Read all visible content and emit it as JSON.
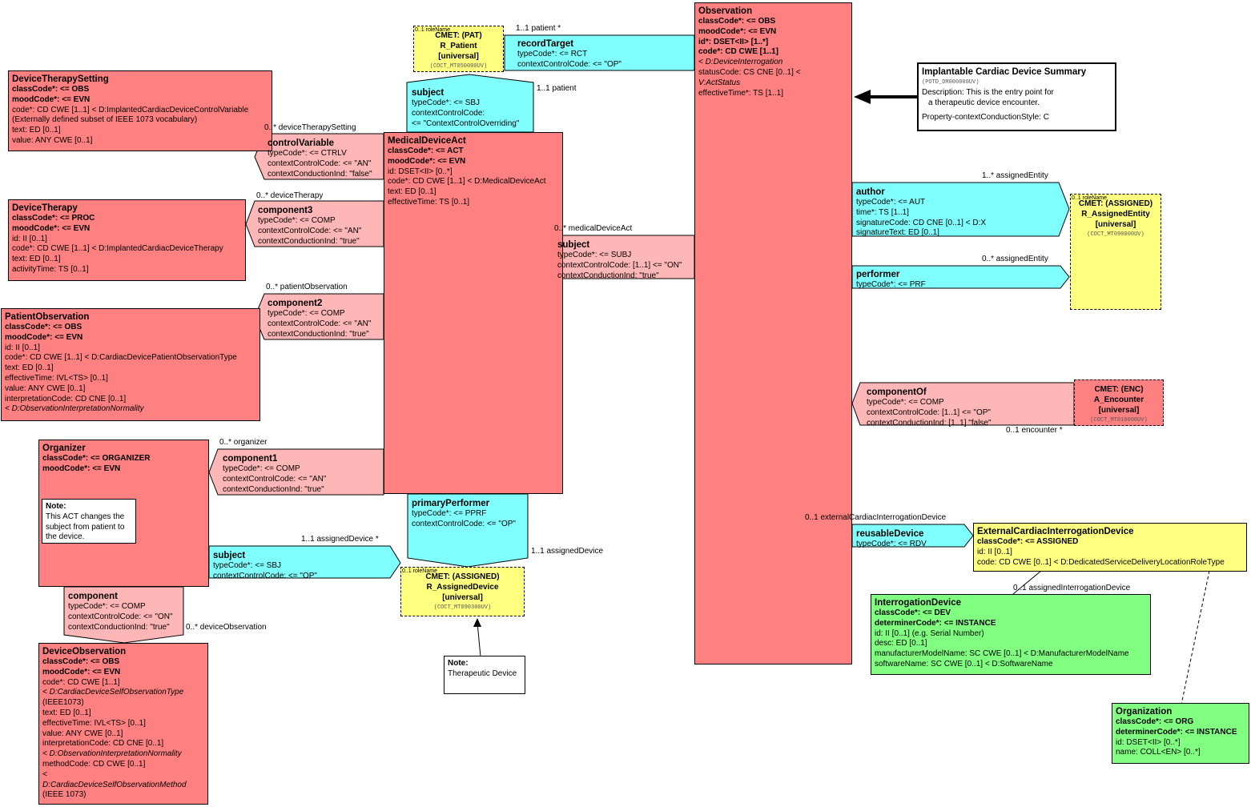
{
  "observation": {
    "title": "Observation",
    "lines": [
      "classCode*: <= OBS",
      "moodCode*: <= EVN",
      "id*: DSET<II> [1..*]",
      "code*: CD CWE [1..1]",
      " < D:DeviceInterrogation",
      "statusCode: CS CNE [0..1] <",
      "V:ActStatus",
      "effectiveTime*: TS [1..1]"
    ]
  },
  "entry": {
    "title": "Implantable Cardiac Device Summary",
    "code": "(POTD_DM000000UV)",
    "desc1": "Description: This is the entry point for",
    "desc2": "a therapeutic device encounter.",
    "style": "Property-contextConductionStyle: C"
  },
  "cmet_pat": {
    "tag": "0..1 roleName",
    "title": "CMET: (PAT)",
    "name": "R_Patient",
    "scope": "[universal]",
    "code": "(COCT_MT050000UV)"
  },
  "recordTarget": {
    "title": "recordTarget",
    "lines": [
      "typeCode*: <= RCT",
      "contextControlCode: <= \"OP\""
    ],
    "card": "1..1 patient  *"
  },
  "subject_top": {
    "title": "subject",
    "lines": [
      "typeCode*: <= SBJ",
      "contextControlCode:",
      " <= \"ContextControlOverriding\""
    ],
    "card": "1..1 patient"
  },
  "medicalDeviceAct": {
    "title": "MedicalDeviceAct",
    "lines": [
      "classCode*: <= ACT",
      "moodCode*: <= EVN",
      "id: DSET<II> [0..*]",
      "code*: CD CWE [1..1] < D:MedicalDeviceAct",
      "text: ED [0..1]",
      "effectiveTime: TS [0..1]"
    ]
  },
  "subject_mda": {
    "title": "subject",
    "lines": [
      "typeCode*: <= SUBJ",
      "contextControlCode: [1..1] <= \"ON\"",
      "contextConductionInd: \"true\""
    ],
    "card": "0..* medicalDeviceAct"
  },
  "deviceTherapySetting": {
    "title": "DeviceTherapySetting",
    "lines": [
      "classCode*: <= OBS",
      "moodCode*: <= EVN",
      "code*: CD CWE [1..1] < D:ImplantedCardiacDeviceControlVariable",
      " (Externally defined subset of IEEE 1073 vocabulary)",
      "text: ED [0..1]",
      "value: ANY CWE [0..1]"
    ]
  },
  "controlVariable": {
    "title": "controlVariable",
    "lines": [
      "typeCode*: <= CTRLV",
      "contextControlCode: <= \"AN\"",
      "contextConductionInd: \"false\""
    ],
    "card": "0..* deviceTherapySetting"
  },
  "deviceTherapy": {
    "title": "DeviceTherapy",
    "lines": [
      "classCode*: <= PROC",
      "moodCode*: <= EVN",
      "id: II [0..1]",
      "code*: CD CWE [1..1] < D:ImplantedCardiacDeviceTherapy",
      "text: ED [0..1]",
      "activityTime: TS [0..1]"
    ]
  },
  "component3": {
    "title": "component3",
    "lines": [
      "typeCode*: <= COMP",
      "contextControlCode: <= \"AN\"",
      "contextConductionInd: \"true\""
    ],
    "card": "0..* deviceTherapy"
  },
  "patientObservation": {
    "title": "PatientObservation",
    "lines": [
      "classCode*: <= OBS",
      "moodCode*: <= EVN",
      "id: II [0..1]",
      "code*: CD CWE [1..1] < D:CardiacDevicePatientObservationType",
      "text: ED [0..1]",
      "effectiveTime: IVL<TS> [0..1]",
      "value: ANY CWE [0..1]",
      "interpretationCode: CD CNE [0..1]",
      " < D:ObservationInterpretationNormality"
    ]
  },
  "component2": {
    "title": "component2",
    "lines": [
      "typeCode*: <= COMP",
      "contextControlCode: <= \"AN\"",
      "contextConductionInd: \"true\""
    ],
    "card": "0..* patientObservation"
  },
  "organizer": {
    "title": "Organizer",
    "lines": [
      "classCode*: <= ORGANIZER",
      "moodCode*: <= EVN"
    ]
  },
  "component1": {
    "title": "component1",
    "lines": [
      "typeCode*: <= COMP",
      "contextControlCode: <= \"AN\"",
      "contextConductionInd: \"true\""
    ],
    "card": "0..* organizer"
  },
  "note_org": {
    "title": "Note:",
    "text": [
      "This ACT changes the",
      "subject from patient to",
      "the device."
    ]
  },
  "subject_org": {
    "title": "subject",
    "lines": [
      "typeCode*: <= SBJ",
      "contextControlCode: <= \"OP\""
    ],
    "card": "1..1 assignedDevice  *"
  },
  "component_org": {
    "title": "component",
    "lines": [
      "typeCode*: <= COMP",
      "contextControlCode: <= \"ON\"",
      "contextConductionInd: \"true\""
    ],
    "card": "0..* deviceObservation"
  },
  "deviceObservation": {
    "title": "DeviceObservation",
    "lines": [
      "classCode*: <= OBS",
      "moodCode*: <= EVN",
      "code*: CD CWE [1..1]",
      " < D:CardiacDeviceSelfObservationType",
      " (IEEE1073)",
      "text: ED [0..1]",
      "effectiveTime: IVL<TS> [0..1]",
      "value: ANY CWE [0..1]",
      "interpretationCode: CD CNE [0..1]",
      " < D:ObservationInterpretationNormality",
      "methodCode: CD CWE [0..1]",
      " <",
      "D:CardiacDeviceSelfObservationMethod",
      " (IEEE 1073)"
    ]
  },
  "primaryPerformer": {
    "title": "primaryPerformer",
    "lines": [
      "typeCode*: <= PPRF",
      "contextControlCode: <= \"OP\""
    ],
    "card": "1..1 assignedDevice"
  },
  "cmet_dev": {
    "tag": "0..1 roleName",
    "title": "CMET: (ASSIGNED)",
    "name": "R_AssignedDevice",
    "scope": "[universal]",
    "code": "(COCT_MT090300UV)"
  },
  "note_dev": {
    "title": "Note:",
    "text": [
      "Therapeutic Device"
    ]
  },
  "author": {
    "title": "author",
    "lines": [
      "typeCode*: <= AUT",
      "time*: TS [1..1]",
      "signatureCode: CD CNE [0..1] < D:X",
      "signatureText: ED [0..1]"
    ],
    "card": "1..* assignedEntity"
  },
  "performer": {
    "title": "performer",
    "lines": [
      "typeCode*: <= PRF"
    ],
    "card": "0..* assignedEntity"
  },
  "cmet_ent": {
    "tag": "0..1 roleName",
    "title": "CMET: (ASSIGNED)",
    "name": "R_AssignedEntity",
    "scope": "[universal]",
    "code": "(COCT_MT090000UV)"
  },
  "componentOf": {
    "title": "componentOf",
    "lines": [
      "typeCode*: <= COMP",
      "contextControlCode: [1..1] <= \"OP\"",
      "contextConductionInd: [1..1] \"false\""
    ],
    "card": "0..1 encounter  *"
  },
  "cmet_enc": {
    "title": "CMET: (ENC)",
    "name": "A_Encounter",
    "scope": "[universal]",
    "code": "(COCT_MT010000UV)"
  },
  "reusableDevice": {
    "title": "reusableDevice",
    "lines": [
      "typeCode*: <= RDV"
    ],
    "card": "0..1 externalCardiacInterrogationDevice"
  },
  "extDevice": {
    "title": "ExternalCardiacInterrogationDevice",
    "lines": [
      "classCode*: <= ASSIGNED",
      "id: II [0..1]",
      "code: CD CWE [0..1] < D:DedicatedServiceDeliveryLocationRoleType"
    ]
  },
  "interrogationDevice": {
    "title": "InterrogationDevice",
    "lines": [
      "classCode*: <= DEV",
      "determinerCode*: <= INSTANCE",
      "id: II [0..1] (e.g. Serial Number)",
      "desc: ED [0..1]",
      "manufacturerModelName: SC CWE [0..1] < D:ManufacturerModelName",
      "softwareName: SC CWE [0..1] < D:SoftwareName"
    ],
    "card": "0..1 assignedInterrogationDevice"
  },
  "organization": {
    "title": "Organization",
    "lines": [
      "classCode*: <= ORG",
      "determinerCode*: <= INSTANCE",
      "id: DSET<II> [0..*]",
      "name: COLL<EN> [0..*]"
    ]
  }
}
